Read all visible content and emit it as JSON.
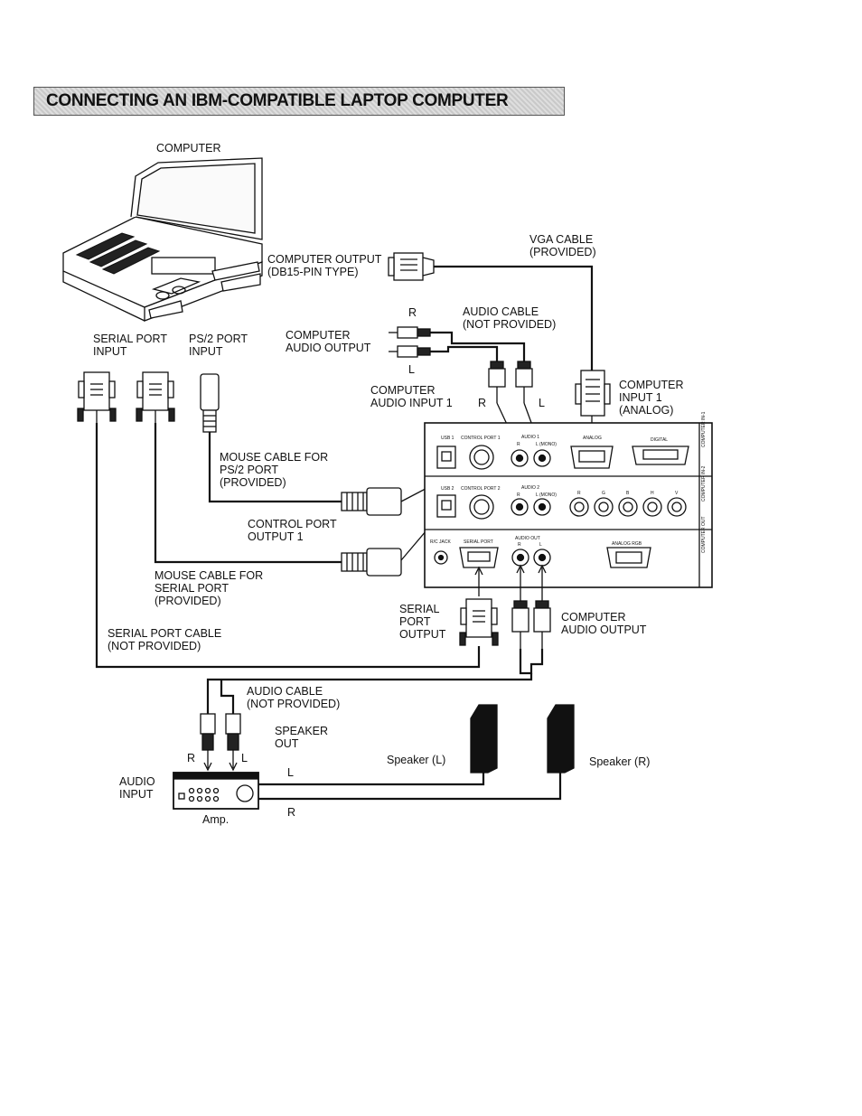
{
  "title": "CONNECTING AN IBM-COMPATIBLE LAPTOP COMPUTER",
  "labels": {
    "computer": "COMPUTER",
    "computer_output": "COMPUTER OUTPUT\n(DB15-PIN TYPE)",
    "vga_cable": "VGA CABLE\n(PROVIDED)",
    "r_top": "R",
    "l_top": "L",
    "audio_cable_top": "AUDIO CABLE\n(NOT PROVIDED)",
    "computer_audio_output_top": "COMPUTER\nAUDIO OUTPUT",
    "serial_port_input": "SERIAL PORT\nINPUT",
    "ps2_port_input": "PS/2 PORT\nINPUT",
    "computer_audio_input_1": "COMPUTER\nAUDIO INPUT 1",
    "r_mid": "R",
    "l_mid": "L",
    "computer_input_1": "COMPUTER\nINPUT 1\n(ANALOG)",
    "mouse_cable_ps2": "MOUSE CABLE FOR\nPS/2 PORT\n(PROVIDED)",
    "control_port_output_1": "CONTROL PORT\nOUTPUT 1",
    "mouse_cable_serial": "MOUSE CABLE FOR\nSERIAL PORT\n(PROVIDED)",
    "serial_port_output": "SERIAL\nPORT\nOUTPUT",
    "computer_audio_output_bottom": "COMPUTER\nAUDIO OUTPUT",
    "serial_port_cable": "SERIAL PORT CABLE\n(NOT PROVIDED)",
    "audio_cable_bottom": "AUDIO CABLE\n(NOT PROVIDED)",
    "speaker_out": "SPEAKER\nOUT",
    "speaker_l": "Speaker (L)",
    "speaker_r": "Speaker (R)",
    "r_amp": "R",
    "l_amp": "L",
    "audio_input": "AUDIO\nINPUT",
    "amp": "Amp.",
    "l_speaker_line": "L",
    "r_speaker_line": "R"
  },
  "panel": {
    "usb1": "USB 1",
    "control_port_1": "CONTROL PORT 1",
    "audio_1": "AUDIO 1",
    "audio1_r": "R",
    "audio1_l": "L (MONO)",
    "analog": "ANALOG",
    "digital": "DIGITAL",
    "side_in1": "COMPUTER IN-1",
    "usb2": "USB 2",
    "control_port_2": "CONTROL PORT 2",
    "audio_2": "AUDIO 2",
    "audio2_r": "R",
    "audio2_l": "L (MONO)",
    "bnc_r": "R",
    "bnc_g": "G",
    "bnc_b": "B",
    "bnc_h": "H",
    "bnc_v": "V",
    "side_in2": "COMPUTER IN-2",
    "rc_jack": "R/C JACK",
    "serial_port": "SERIAL PORT",
    "audio_out": "AUDIO OUT",
    "audio_out_r": "R",
    "audio_out_l": "L",
    "analog_rgb": "ANALOG RGB",
    "side_out": "COMPUTER OUT"
  }
}
